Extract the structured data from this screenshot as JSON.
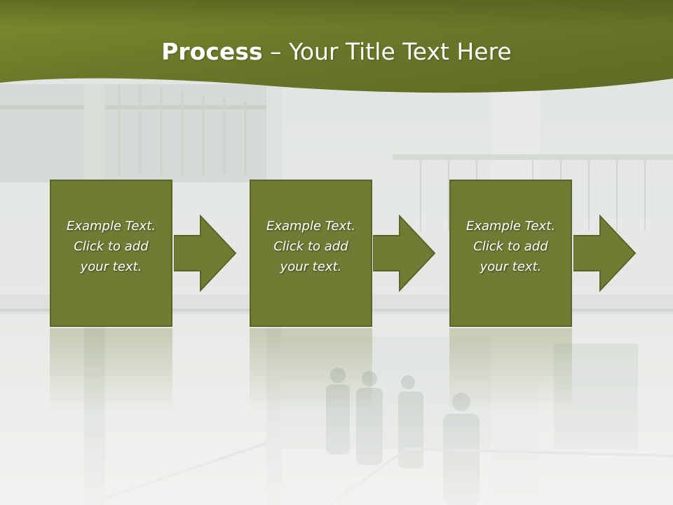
{
  "slide": {
    "title_bold": "Process",
    "title_rest": " – Your Title Text Here",
    "steps": [
      {
        "text": "Example Text.\nClick  to add\nyour text."
      },
      {
        "text": "Example Text.\nClick  to add\nyour text."
      },
      {
        "text": "Example Text.\nClick  to add\nyour text."
      }
    ]
  },
  "colors": {
    "header_dark": "#4f5a1e",
    "header_light": "#8b9a35",
    "box_fill": "#717b33",
    "box_border": "#5b6326"
  }
}
